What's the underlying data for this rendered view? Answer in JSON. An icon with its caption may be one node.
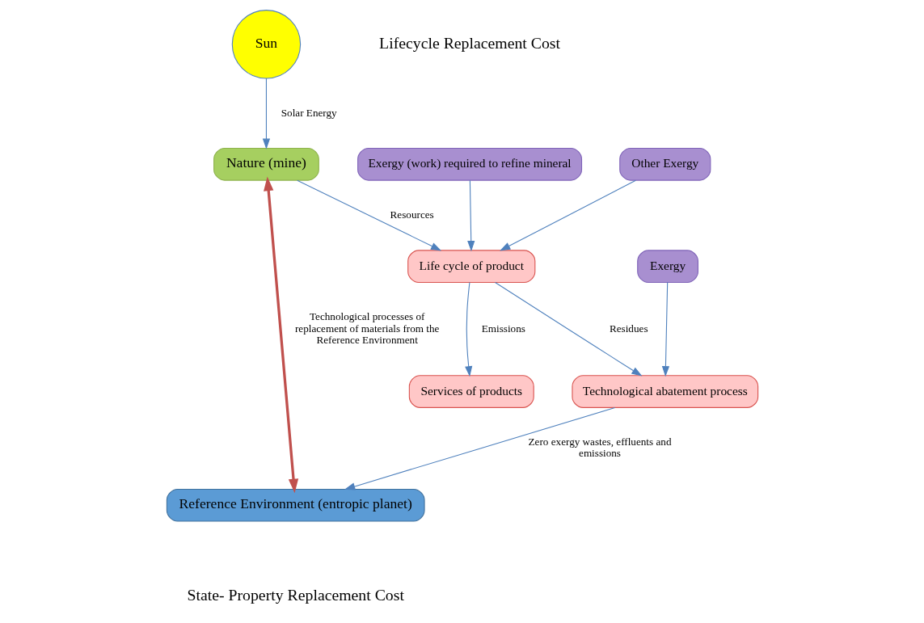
{
  "diagram": {
    "nodes": [
      {
        "text": [
          "Sun"
        ]
      },
      {
        "text": [
          "Exergy (work) required to refine mineral"
        ]
      },
      {
        "text": [
          "Other Exergy"
        ]
      },
      {
        "text": [
          "Services of products"
        ]
      },
      {
        "text": [
          "Exergy"
        ]
      },
      {
        "text": [
          "Life cycle of product"
        ]
      },
      {
        "text": [
          "Technological abatement process"
        ]
      },
      {
        "text": [
          "Nature (mine)"
        ]
      },
      {
        "text": [
          "Reference Environment (entropic planet)"
        ]
      }
    ],
    "edges": [
      {
        "from": 0,
        "to": 7,
        "arrow": "to",
        "label": "Solar Energy"
      },
      {
        "from": 1,
        "to": 5,
        "arrow": "to"
      },
      {
        "from": 2,
        "to": 5,
        "arrow": "to"
      },
      {
        "from": 7,
        "to": 5,
        "arrow": "to",
        "label": "Resources"
      },
      {
        "from": 5,
        "to": 3,
        "arrow": "to",
        "label": "Emissions"
      },
      {
        "from": 5,
        "to": 6,
        "arrow": "to",
        "label": "Residues"
      },
      {
        "from": 4,
        "to": 6,
        "arrow": "to"
      },
      {
        "from": 6,
        "to": 8,
        "arrow": "to",
        "label": "Zero exergy wastes, effluents and emissions"
      },
      {
        "from": 7,
        "to": 8,
        "arrow": "both",
        "label": "Technological processes of replacement of materials from the Reference Environment",
        "style": "thick",
        "color": "#c0504d"
      }
    ],
    "labels": [
      "Lifecycle Replacement Cost",
      "State- Property Replacement Cost"
    ]
  }
}
